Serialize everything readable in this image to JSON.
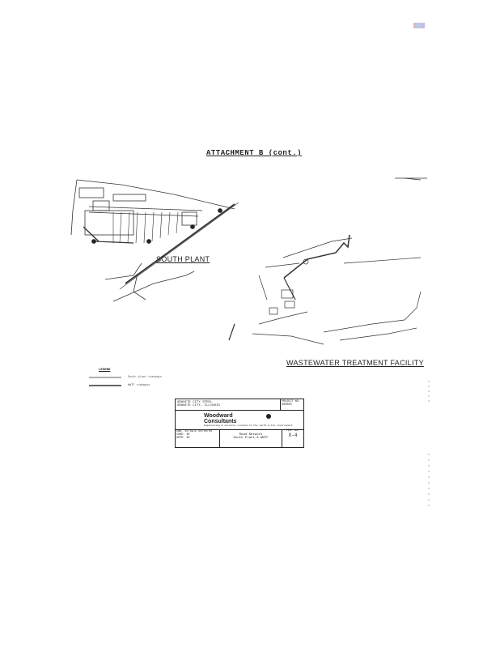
{
  "header": {
    "stamp": "",
    "title": "ATTACHMENT B (cont.)"
  },
  "map": {
    "south_plant_label": "SOUTH PLANT",
    "wwtf_label": "WASTEWATER TREATMENT FACILITY"
  },
  "legend": {
    "title": "LEGEND",
    "items": [
      "South plant roadways",
      "WWTF roadways"
    ]
  },
  "title_block": {
    "client_line1": "GRANITE CITY STEEL",
    "client_line2": "GRANITE CITY, ILLINOIS",
    "project_label": "PROJECT NO.",
    "project_no": "000000",
    "firm_name_1": "Woodward",
    "firm_name_2": "Consultants",
    "tagline": "Engineering & services related to the earth & its environment",
    "drawn_info": [
      "DWN. BY/DATE 00/00/00",
      "CHKD. BY",
      "APPD. BY"
    ],
    "drawing_title_1": "Road Network",
    "drawing_title_2": "South Plant & WWTF",
    "fig_label": "FIG. NO.",
    "fig_no": "X-4"
  }
}
